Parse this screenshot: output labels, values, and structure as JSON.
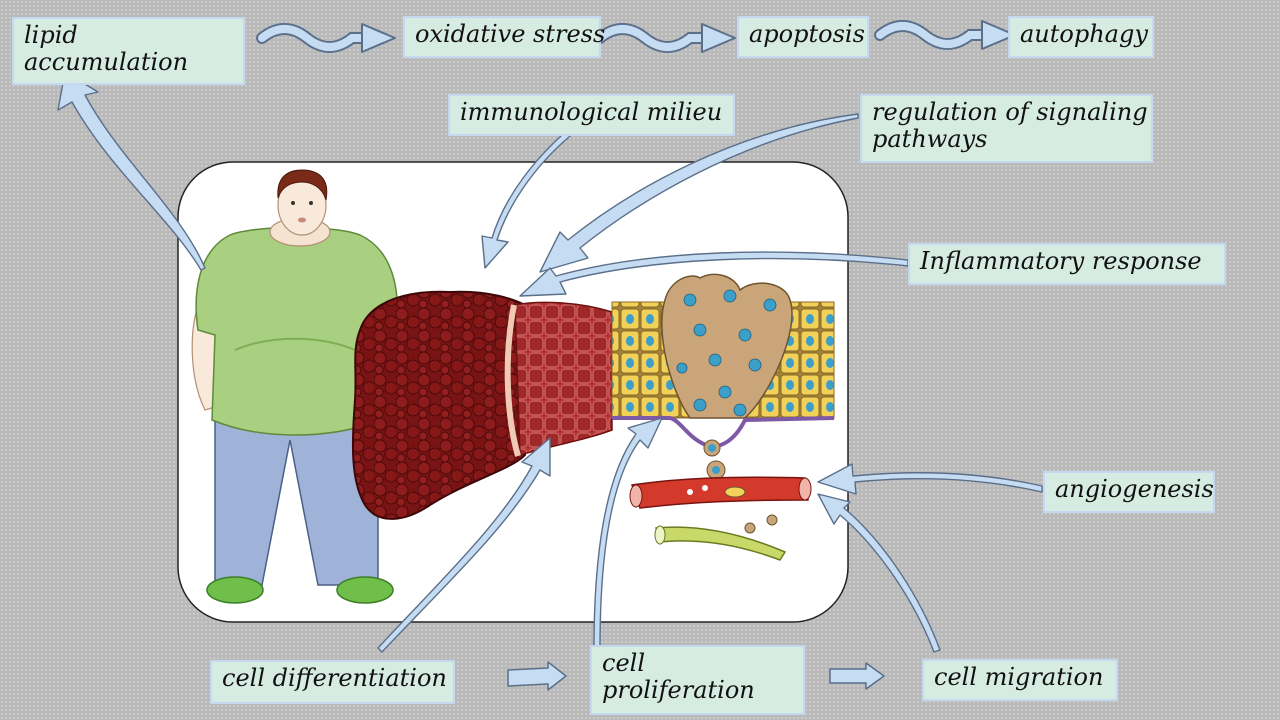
{
  "labels": {
    "lipid_accumulation": "lipid\naccumulation",
    "oxidative_stress": "oxidative stress",
    "apoptosis": "apoptosis",
    "autophagy": "autophagy",
    "immunological_milieu": "immunological milieu",
    "regulation_signaling": "regulation of signaling\npathways",
    "inflammatory_response": "Inflammatory response",
    "angiogenesis": "angiogenesis",
    "cell_differentiation": "cell differentiation",
    "cell_proliferation": "cell\nproliferation",
    "cell_migration": "cell migration"
  },
  "colors": {
    "label_fill": "#d6ebe1",
    "label_border": "#c4d9ef",
    "arrow_fill": "#c6dcf2",
    "arrow_stroke": "#5a6f8a",
    "liver": "#7a1414",
    "shirt": "#a8d080",
    "pants": "#9fb3d8"
  }
}
